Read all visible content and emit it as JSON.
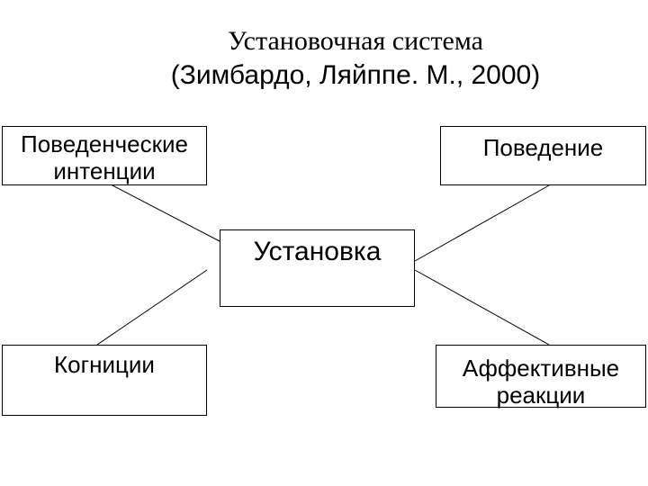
{
  "title": {
    "line1": "Установочная система",
    "line2": "(Зимбардо, Ляйппе. М., 2000)"
  },
  "nodes": {
    "intentions": {
      "line1": "Поведенческие",
      "line2": "интенции"
    },
    "behavior": {
      "line1": "Поведение"
    },
    "attitude": {
      "line1": "Установка"
    },
    "cognitions": {
      "line1": "Когниции"
    },
    "affect": {
      "line1": "Аффективные",
      "line2": "реакции"
    }
  },
  "edges": [
    {
      "from": "attitude",
      "to": "intentions"
    },
    {
      "from": "attitude",
      "to": "behavior"
    },
    {
      "from": "attitude",
      "to": "cognitions"
    },
    {
      "from": "attitude",
      "to": "affect"
    }
  ],
  "colors": {
    "line": "#000000",
    "background": "#ffffff"
  }
}
